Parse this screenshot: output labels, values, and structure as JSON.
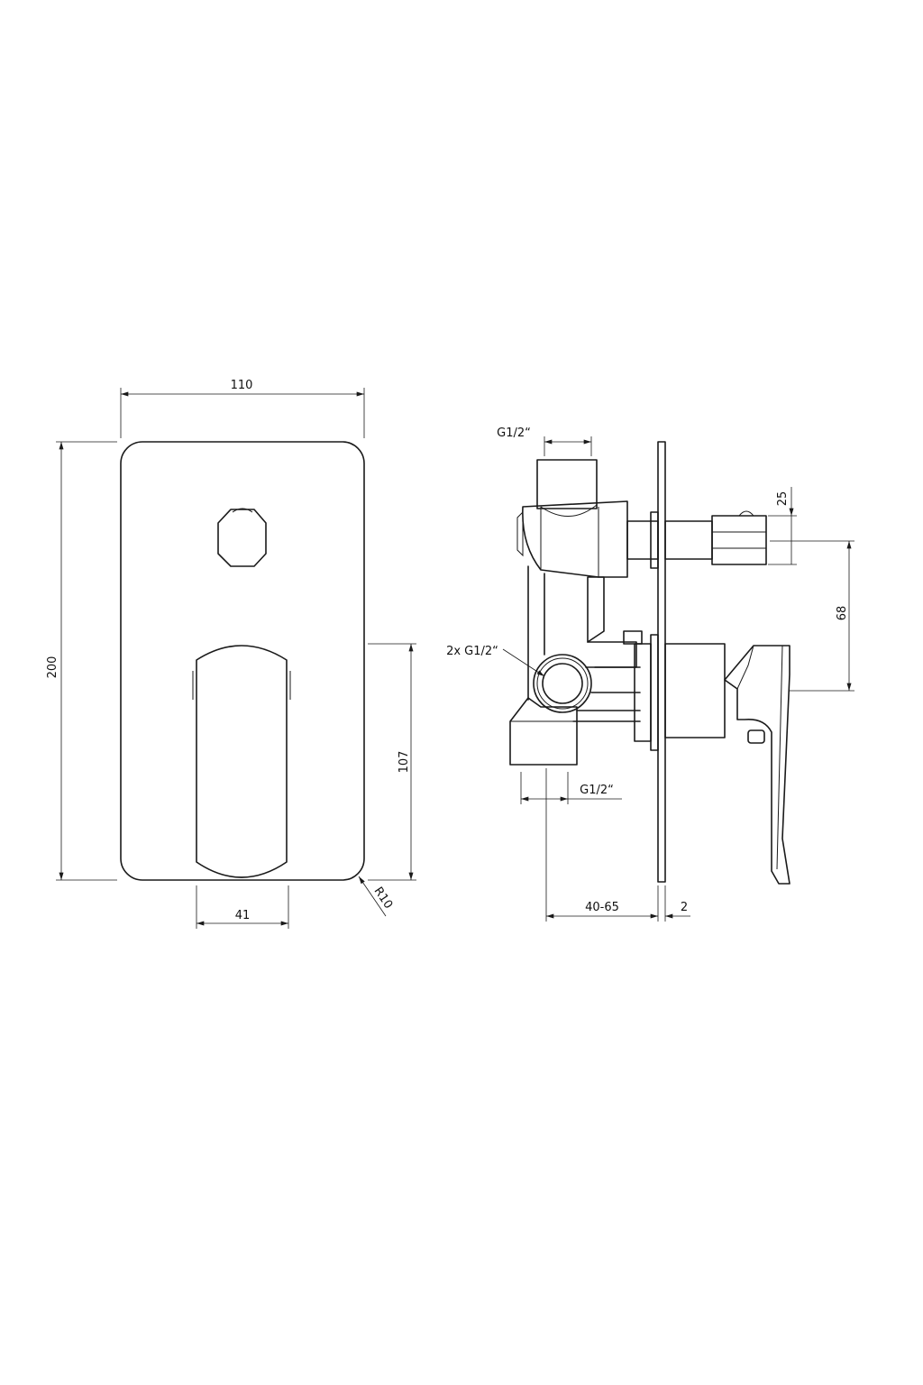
{
  "front_view": {
    "width_label": "110",
    "height_label": "200",
    "lever_height_label": "107",
    "lever_width_label": "41",
    "radius_label": "R10"
  },
  "side_view": {
    "top_inlet_label": "G1/2“",
    "side_outlets_label": "2x G1/2“",
    "bottom_outlet_label": "G1/2“",
    "knob_height_label": "25",
    "axis_spacing_label": "68",
    "depth_label": "40-65",
    "plate_thickness_label": "2"
  }
}
